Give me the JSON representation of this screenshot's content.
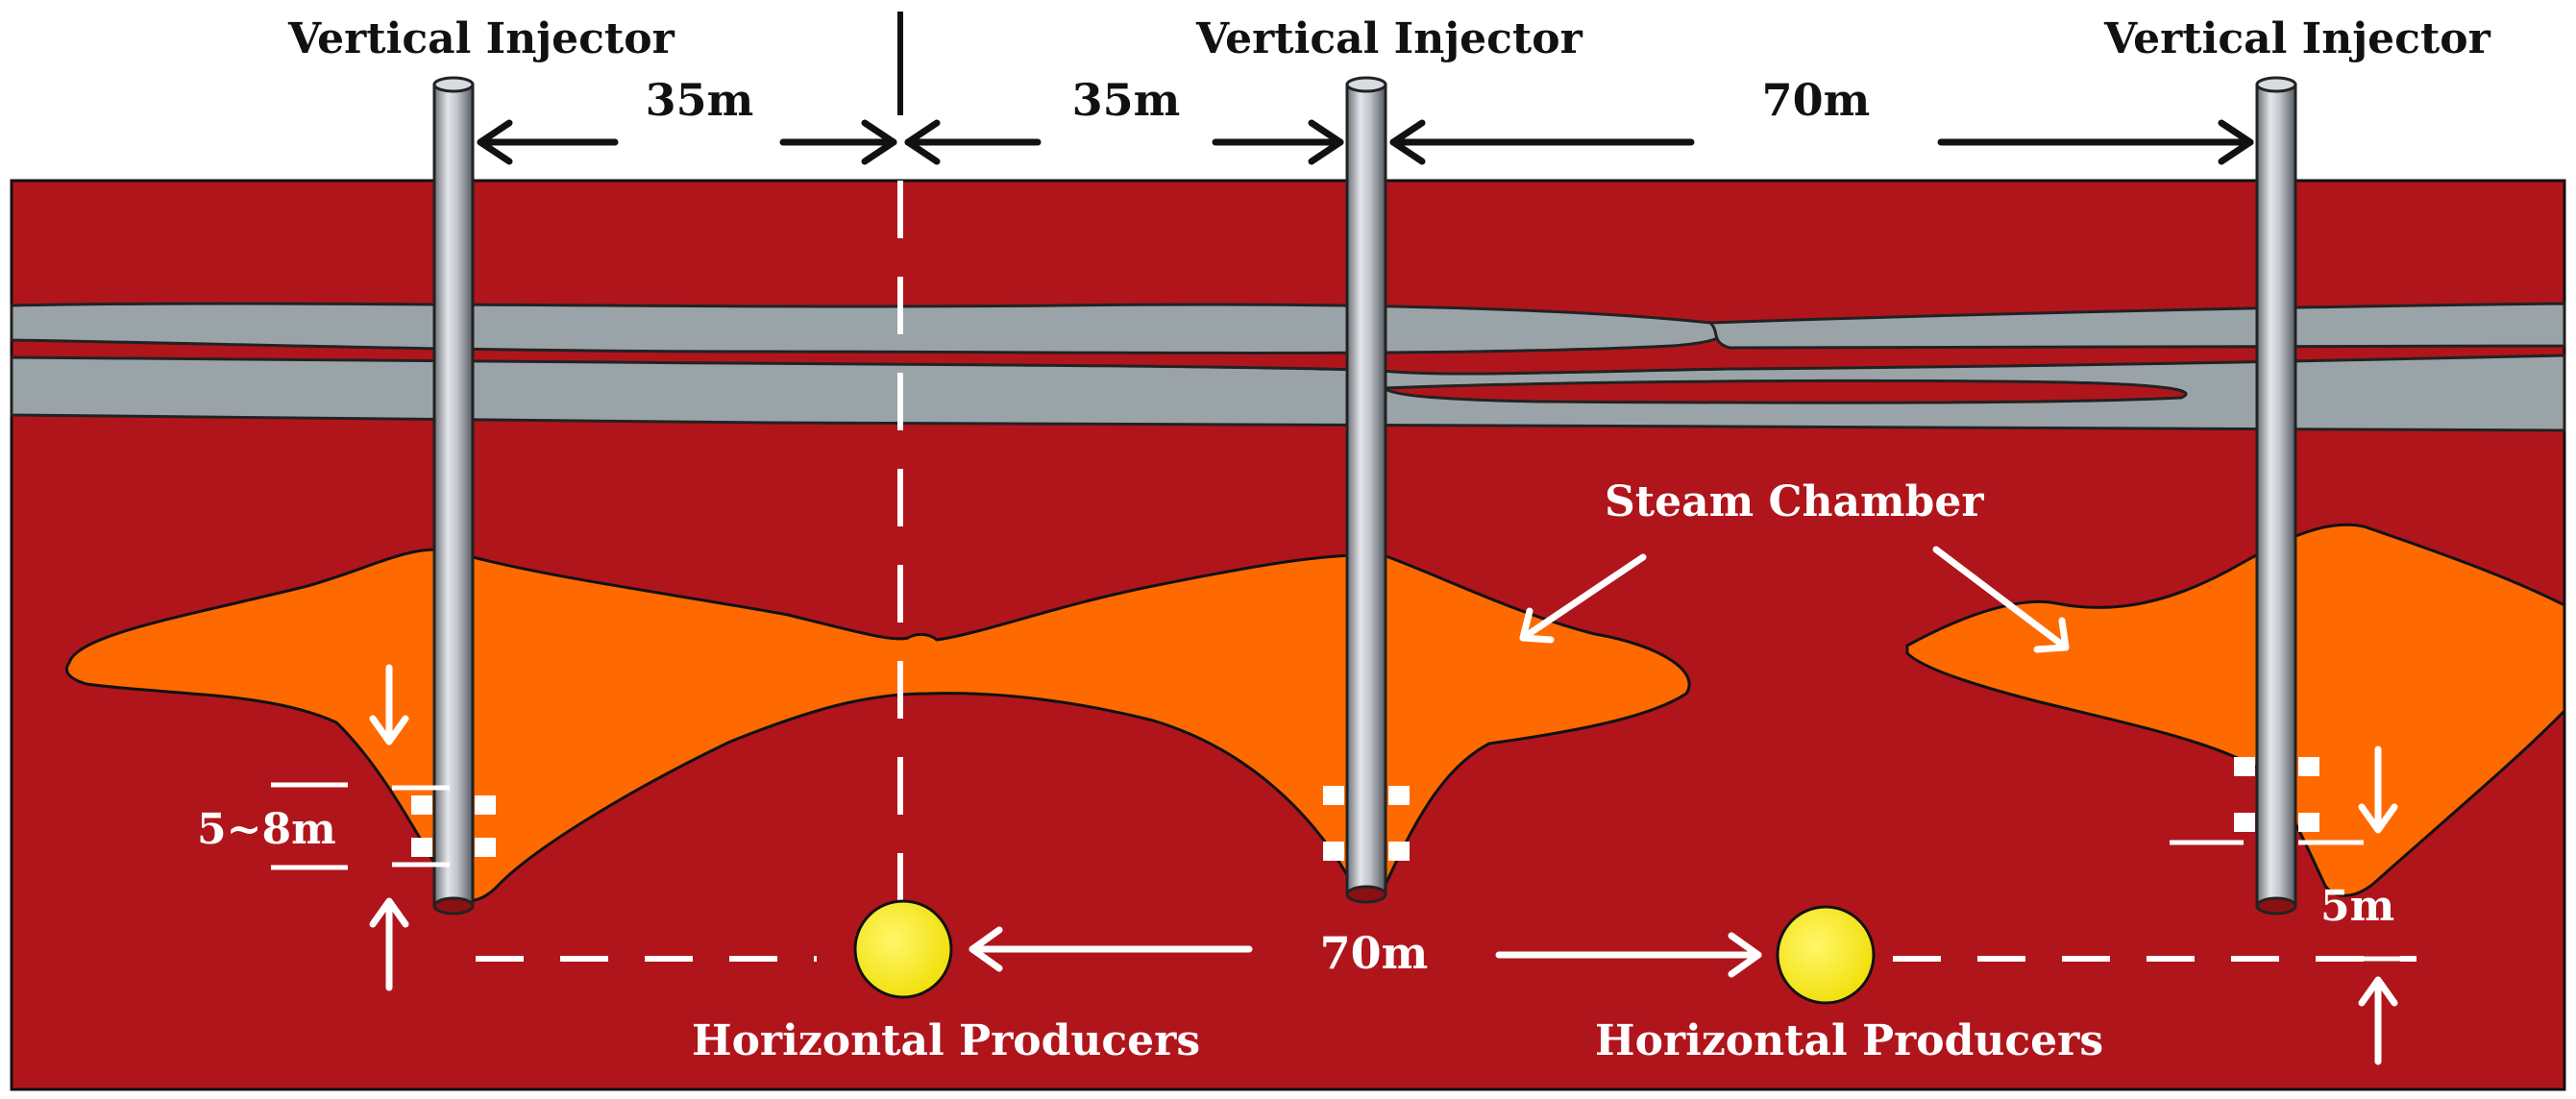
{
  "labels": {
    "injector_1": "Vertical Injector",
    "injector_2": "Vertical Injector",
    "injector_3": "Vertical Injector",
    "spacing_left_a": "35m",
    "spacing_left_b": "35m",
    "spacing_right": "70m",
    "steam_chamber": "Steam Chamber",
    "offset_left": "5~8m",
    "offset_right": "5m",
    "producer_spacing": "70m",
    "producer_1": "Horizontal Producers",
    "producer_2": "Horizontal Producers"
  },
  "colors": {
    "reservoir": "#b0151c",
    "shale_barrier": "#9aa4a8",
    "steam_chamber": "#ff6a00",
    "producer": "#ffee00",
    "well_pipe": "#b8bcc4",
    "annotation_dark": "#111111",
    "annotation_light": "#ffffff"
  }
}
